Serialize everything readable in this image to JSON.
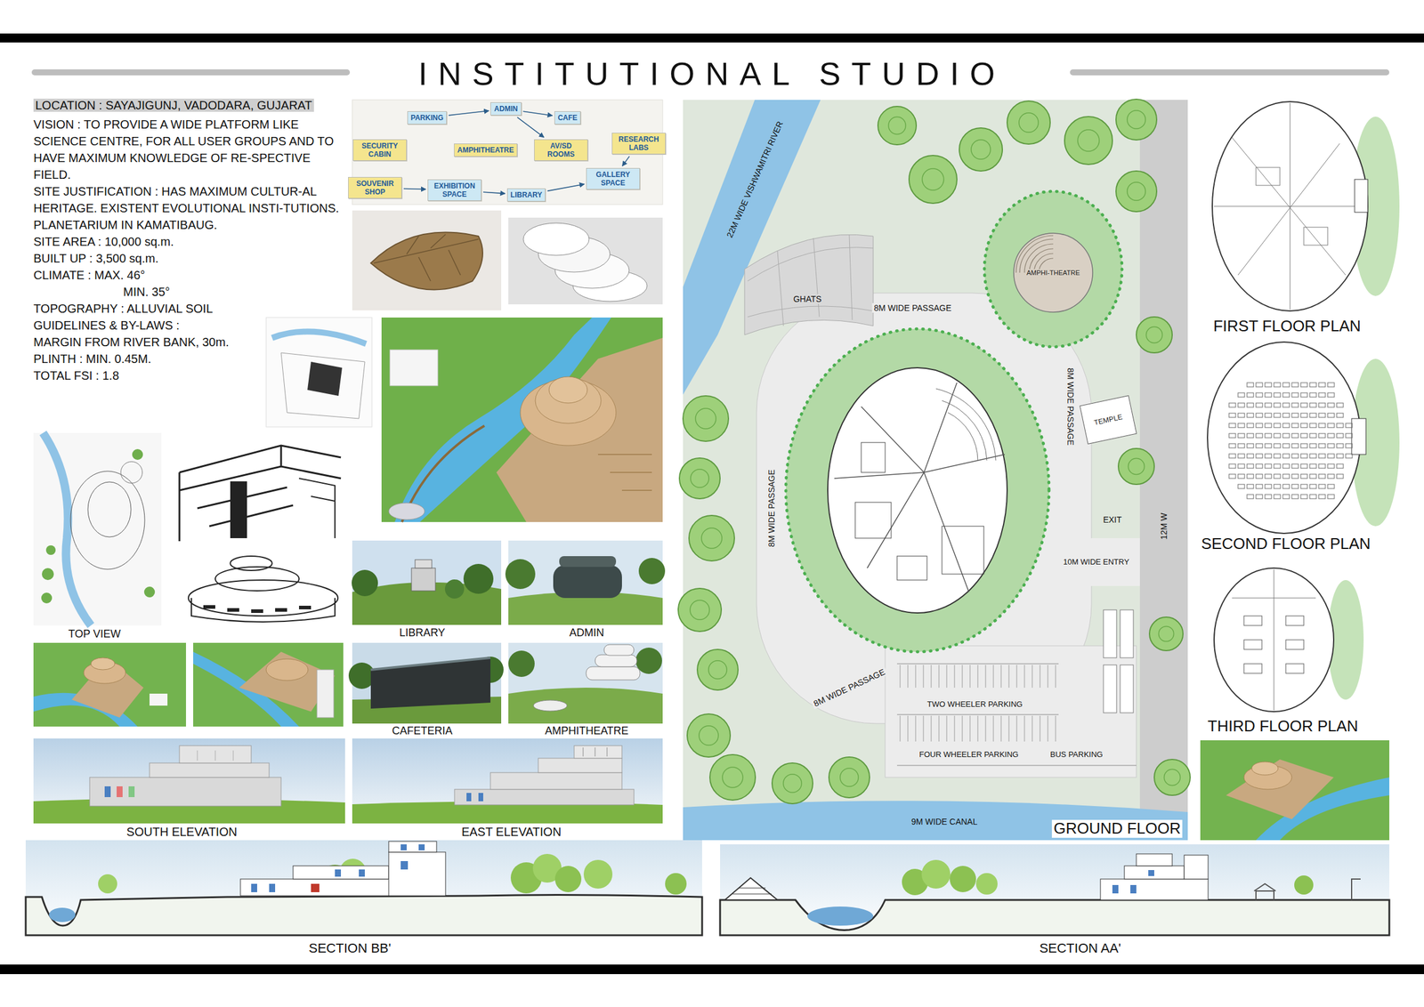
{
  "diagram": {
    "title": "INSTITUTIONAL STUDIO",
    "nodes": [
      {
        "text": [
          "PARKING"
        ]
      },
      {
        "text": [
          "ADMIN"
        ]
      },
      {
        "text": [
          "CAFE"
        ]
      },
      {
        "text": [
          "SECURITY CABIN"
        ]
      },
      {
        "text": [
          "AMPHITHEATRE"
        ]
      },
      {
        "text": [
          "AV/SD ROOMS"
        ]
      },
      {
        "text": [
          "RESEARCH LABS"
        ]
      },
      {
        "text": [
          "SOUVENIR SHOP"
        ]
      },
      {
        "text": [
          "EXHIBITION SPACE"
        ]
      },
      {
        "text": [
          "LIBRARY"
        ]
      },
      {
        "text": [
          "GALLERY SPACE"
        ]
      },
      {
        "text": [
          "AMPHI-THEATRE"
        ]
      },
      {
        "text": [
          "TEMPLE"
        ]
      }
    ],
    "edges": [
      {
        "from": 0,
        "to": 1,
        "arrow": "to"
      },
      {
        "from": 1,
        "to": 2,
        "arrow": "to"
      },
      {
        "from": 1,
        "to": 5,
        "arrow": "to"
      },
      {
        "from": 6,
        "to": 10,
        "arrow": "to"
      },
      {
        "from": 7,
        "to": 8,
        "arrow": "to"
      },
      {
        "from": 8,
        "to": 9,
        "arrow": "to"
      },
      {
        "from": 9,
        "to": 10,
        "arrow": "to"
      }
    ],
    "labels": [
      "LOCATION : SAYAJIGUNJ, VADODARA, GUJARAT",
      "VISION : TO PROVIDE A WIDE PLATFORM LIKE SCIENCE CENTRE, FOR ALL USER GROUPS AND TO HAVE MAXIMUM KNOWLEDGE OF RE-SPECTIVE FIELD.",
      "SITE JUSTIFICATION : HAS MAXIMUM CULTUR-AL HERITAGE. EXISTENT EVOLUTIONAL INSTI-TUTIONS. PLANETARIUM IN KAMATIBAUG.",
      "SITE AREA : 10,000 sq.m.",
      "BUILT UP : 3,500 sq.m.",
      "CLIMATE : MAX. 46°",
      "MIN. 35°",
      "TOPOGRAPHY : ALLUVIAL SOIL",
      "GUIDELINES & BY-LAWS :",
      "MARGIN FROM RIVER BANK, 30m.",
      "PLINTH : MIN. 0.45M.",
      "TOTAL FSI : 1.8",
      "TOP VIEW",
      "LIBRARY",
      "ADMIN",
      "CAFETERIA",
      "AMPHITHEATRE",
      "SOUTH ELEVATION",
      "EAST ELEVATION",
      "22M WIDE VISHWAMITRI RIVER",
      "GHATS",
      "8M WIDE PASSAGE",
      "8M WIDE PASSAGE",
      "8M WIDE PASSAGE",
      "8M WIDE PASSAGE",
      "EXIT",
      "12M W",
      "10M WIDE ENTRY",
      "TWO WHEELER PARKING",
      "BUS PARKING",
      "FOUR WHEELER PARKING",
      "9M WIDE CANAL",
      "GROUND FLOOR",
      "FIRST FLOOR PLAN",
      "SECOND FLOOR PLAN",
      "THIRD FLOOR PLAN",
      "SECTION BB'",
      "SECTION AA'"
    ]
  }
}
